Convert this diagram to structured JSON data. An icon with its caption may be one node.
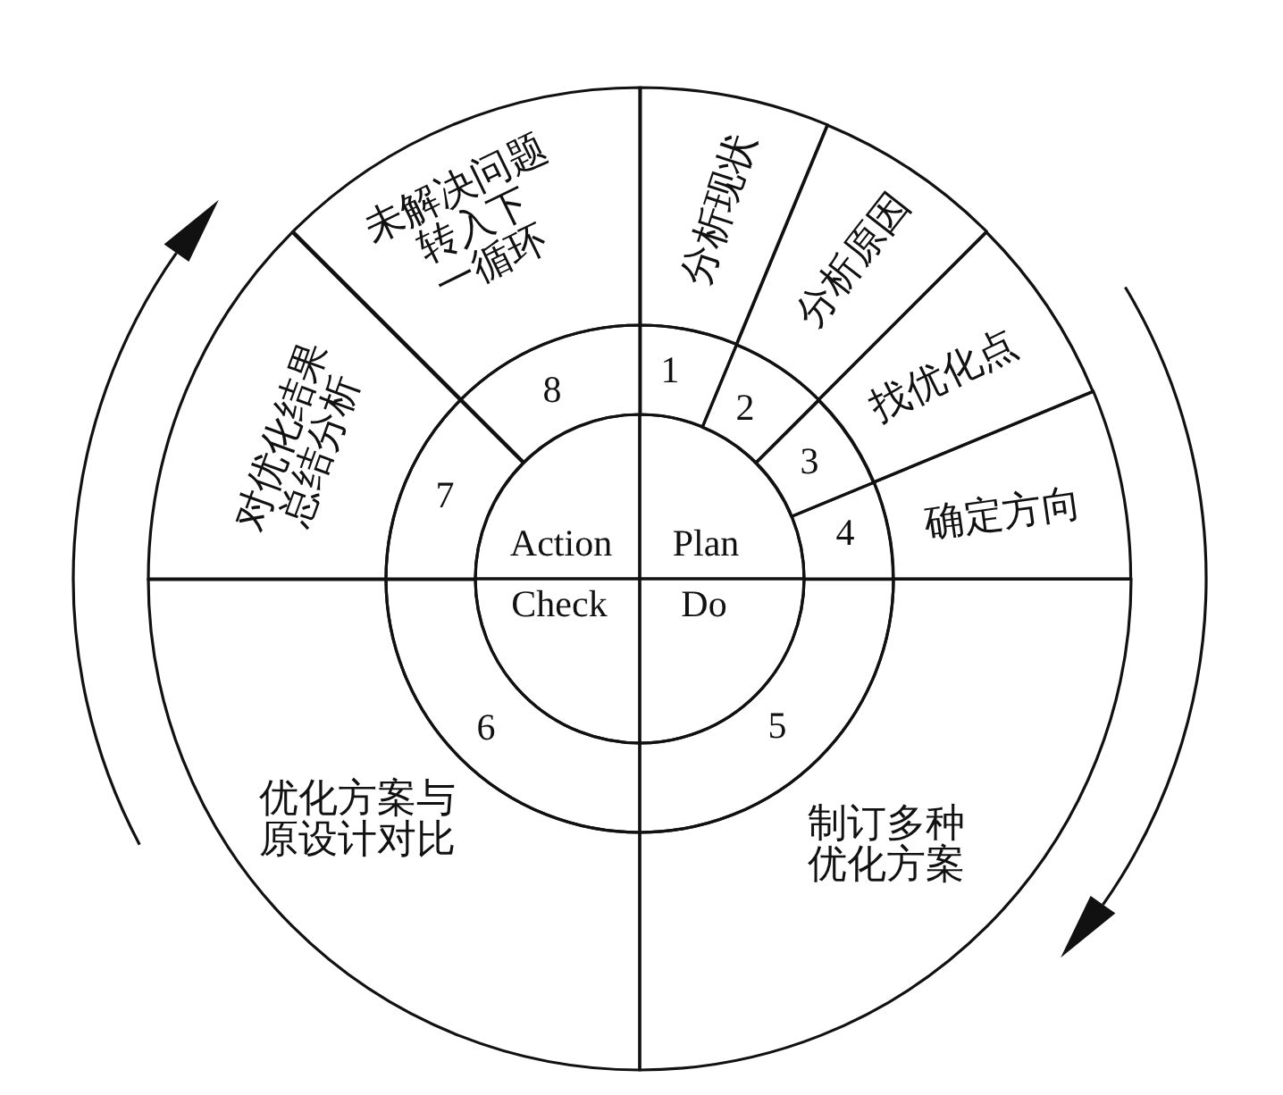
{
  "diagram": {
    "nodes": [
      {
        "text": [
          "Action"
        ]
      },
      {
        "text": [
          "Plan"
        ]
      },
      {
        "text": [
          "Check"
        ]
      },
      {
        "text": [
          "Do"
        ]
      },
      {
        "text": [
          "1"
        ]
      },
      {
        "text": [
          "2"
        ]
      },
      {
        "text": [
          "3"
        ]
      },
      {
        "text": [
          "4"
        ]
      },
      {
        "text": [
          "5"
        ]
      },
      {
        "text": [
          "6"
        ]
      },
      {
        "text": [
          "7"
        ]
      },
      {
        "text": [
          "8"
        ]
      },
      {
        "text": [
          "分析现状"
        ]
      },
      {
        "text": [
          "分析原因"
        ]
      },
      {
        "text": [
          "找优化点"
        ]
      },
      {
        "text": [
          "确定方向"
        ]
      },
      {
        "text": [
          "制订多种优化方案"
        ]
      },
      {
        "text": [
          "优化方案与原设计对比"
        ]
      },
      {
        "text": [
          "对优化结果总结分析"
        ]
      },
      {
        "text": [
          "未解决问题转入下一循环"
        ]
      }
    ]
  }
}
